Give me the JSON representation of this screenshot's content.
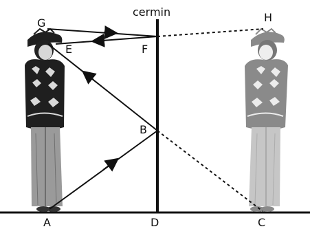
{
  "diagram": {
    "mirror_label": "cermin",
    "points": {
      "A": "A",
      "B": "B",
      "C": "C",
      "D": "D",
      "E": "E",
      "F": "F",
      "G": "G",
      "H": "H"
    }
  },
  "colors": {
    "line": "#111111",
    "figure_dark": "#1f1f1f",
    "figure_image": "#8a8a8a",
    "pattern": "#d9d9d9"
  },
  "figures": {
    "real": "person",
    "reflection": "mirror-image"
  }
}
